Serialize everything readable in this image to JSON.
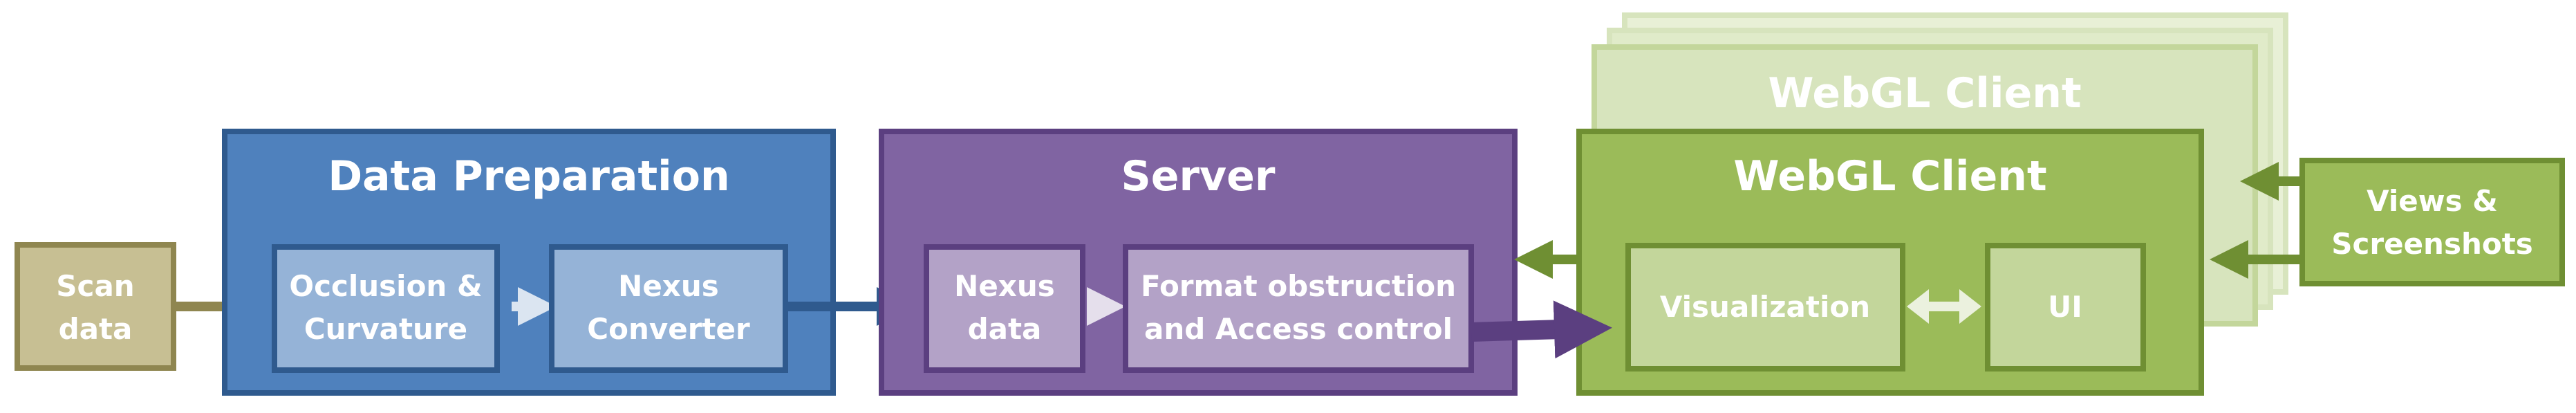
{
  "diagram": {
    "scan_data": {
      "line1": "Scan",
      "line2": "data"
    },
    "data_preparation": {
      "title": "Data Preparation",
      "occlusion": {
        "line1": "Occlusion &",
        "line2": "Curvature"
      },
      "nexus_converter": {
        "line1": "Nexus",
        "line2": "Converter"
      }
    },
    "server": {
      "title": "Server",
      "nexus_data": {
        "line1": "Nexus",
        "line2": "data"
      },
      "format": {
        "line1": "Format obstruction",
        "line2": "and Access control"
      }
    },
    "webgl_client": {
      "title": "WebGL Client",
      "ghost_title": "WebGL Client",
      "visualization": "Visualization",
      "ui": "UI"
    },
    "views": {
      "line1": "Views &",
      "line2": "Screenshots"
    }
  },
  "colors": {
    "scan": "#c7bf93",
    "scan_border": "#8f8650",
    "prep": "#4f81bd",
    "prep_border": "#2f5a8e",
    "prep_inner": "#95b3d7",
    "server": "#8064a2",
    "server_border": "#5b3f80",
    "server_inner": "#b3a2c7",
    "client": "#9bbb59",
    "client_border": "#6f8f33",
    "client_inner": "#c3d69b",
    "client_ghost": "#d7e4bd",
    "client_ghost_border": "#c3d69b"
  }
}
